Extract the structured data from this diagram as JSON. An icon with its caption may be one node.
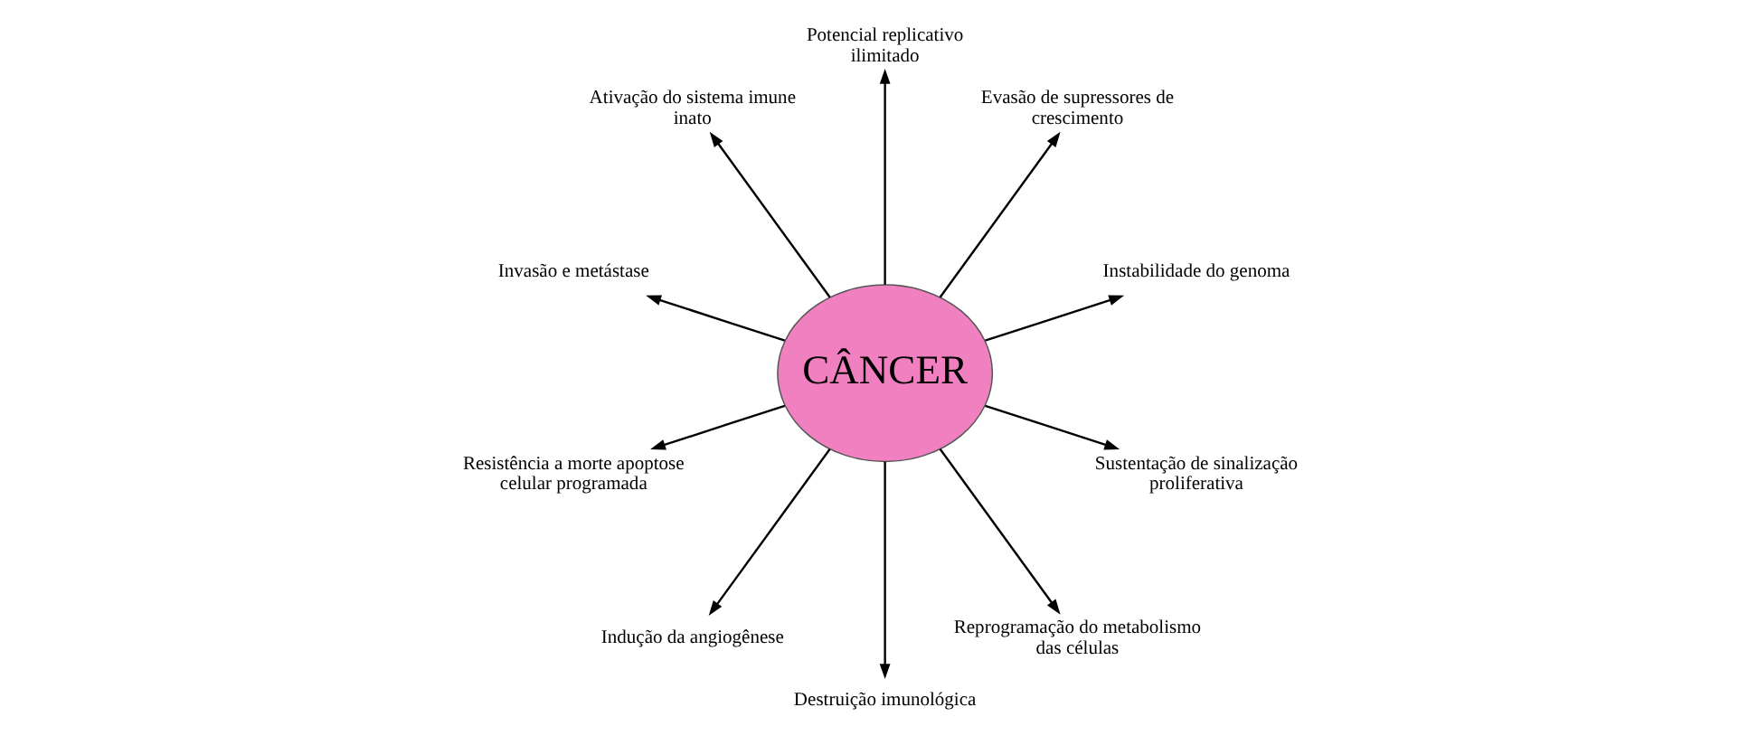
{
  "diagram": {
    "nodes": [
      {
        "text": [
          "CÂNCER"
        ]
      },
      {
        "text": [
          "Instabilidade do genoma"
        ]
      },
      {
        "text": [
          "Evasão de supressores de crescimento"
        ]
      },
      {
        "text": [
          "Sustentação de sinalização proliferativa"
        ]
      },
      {
        "text": [
          "Potencial replicativo ilimitado"
        ]
      },
      {
        "text": [
          "Reprogramação do metabolismo das células"
        ]
      },
      {
        "text": [
          "Ativação do sistema imune inato"
        ]
      },
      {
        "text": [
          "Destruição imunológica"
        ]
      },
      {
        "text": [
          "Invasão e metástase"
        ]
      },
      {
        "text": [
          "Indução da angiogênese"
        ]
      },
      {
        "text": [
          "Resistência a morte apoptose celular programada"
        ]
      }
    ],
    "edges": [
      {
        "from": 0,
        "to": 1,
        "arrow": "to"
      },
      {
        "from": 0,
        "to": 2,
        "arrow": "to"
      },
      {
        "from": 0,
        "to": 4,
        "arrow": "to"
      },
      {
        "from": 0,
        "to": 6,
        "arrow": "to"
      },
      {
        "from": 0,
        "to": 8,
        "arrow": "to"
      },
      {
        "from": 0,
        "to": 10,
        "arrow": "to"
      },
      {
        "from": 0,
        "to": 9,
        "arrow": "to"
      },
      {
        "from": 0,
        "to": 7,
        "arrow": "to"
      },
      {
        "from": 0,
        "to": 5,
        "arrow": "to"
      },
      {
        "from": 0,
        "to": 3,
        "arrow": "to"
      }
    ]
  }
}
